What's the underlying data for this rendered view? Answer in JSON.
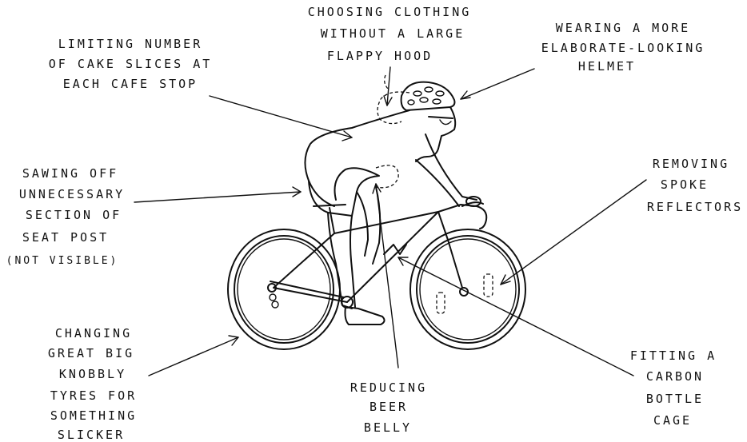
{
  "annotations": {
    "hood": [
      "CHOOSING CLOTHING",
      "WITHOUT A LARGE",
      "FLAPPY HOOD"
    ],
    "helmet": [
      "WEARING A MORE",
      "ELABORATE-LOOKING",
      "HELMET"
    ],
    "cake": [
      "LIMITING NUMBER",
      "OF CAKE SLICES AT",
      "EACH CAFE STOP"
    ],
    "seatpost": [
      "SAWING OFF",
      "UNNECESSARY",
      "SECTION OF",
      "SEAT POST",
      "(NOT VISIBLE)"
    ],
    "reflectors": [
      "REMOVING",
      "SPOKE",
      "REFLECTORS"
    ],
    "tyres": [
      "CHANGING",
      "GREAT BIG",
      "KNOBBLY",
      "TYRES FOR",
      "SOMETHING",
      "SLICKER"
    ],
    "belly": [
      "REDUCING",
      "BEER",
      "BELLY"
    ],
    "cage": [
      "FITTING A",
      "CARBON",
      "BOTTLE",
      "CAGE"
    ]
  }
}
